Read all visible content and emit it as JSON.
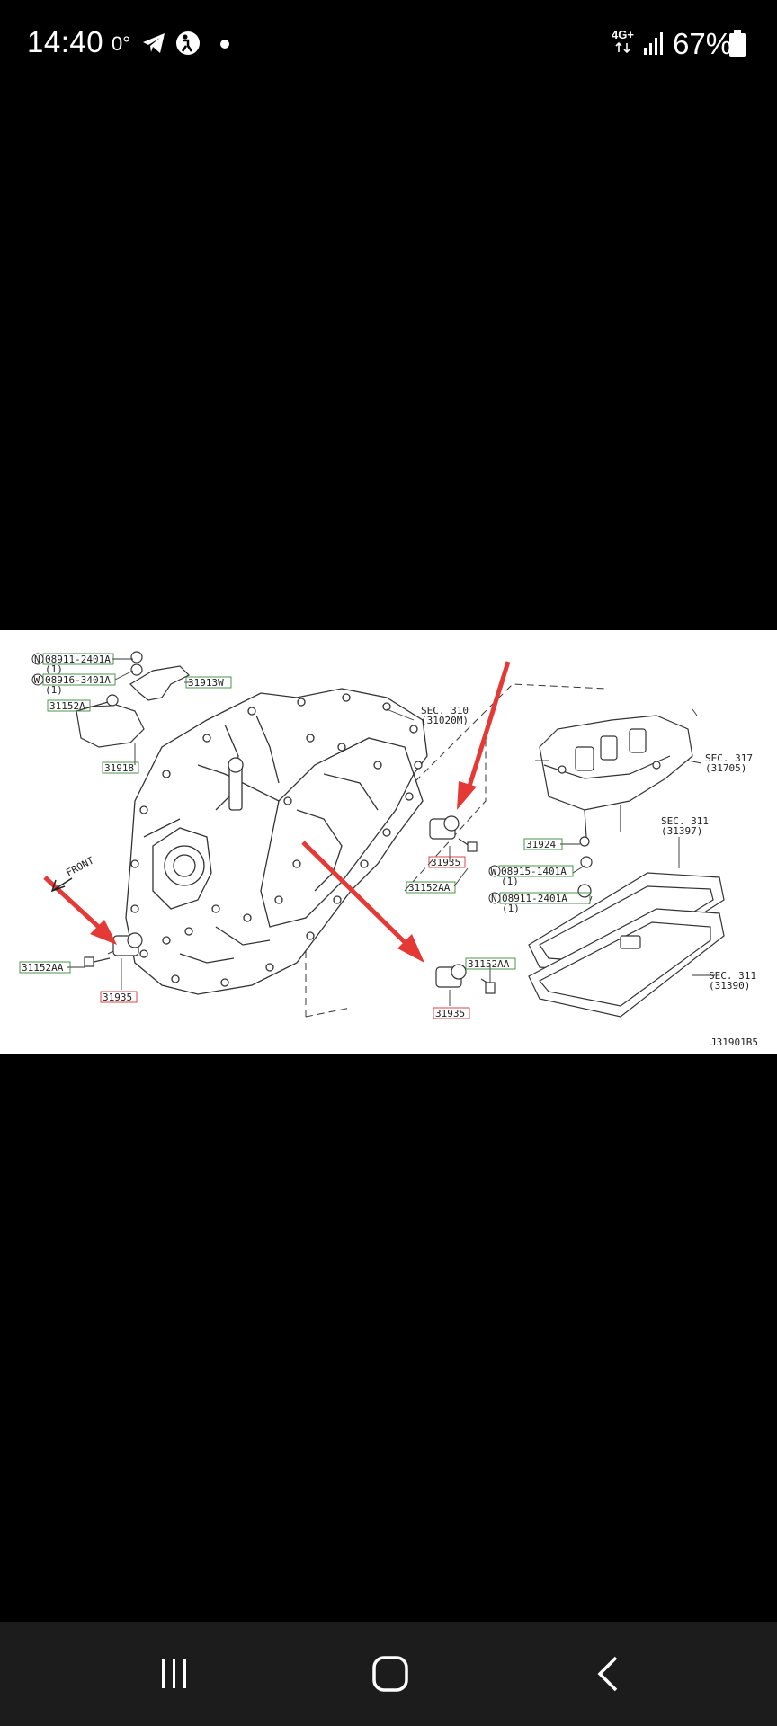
{
  "status_bar": {
    "time": "14:40",
    "temperature": "0°",
    "network": "4G+",
    "battery": "67%"
  },
  "diagram": {
    "labels": {
      "p1": "08911-2401A",
      "p1_qty": "(1)",
      "p2": "08916-3401A",
      "p2_qty": "(1)",
      "p3": "31152A",
      "p4": "31913W",
      "p5": "31918",
      "sec310": "SEC. 310",
      "sec310_sub": "(31020M)",
      "sec317": "SEC. 317",
      "sec317_sub": "(31705)",
      "sec311a": "SEC. 311",
      "sec311a_sub": "(31397)",
      "p6": "31924",
      "p7": "08915-1401A",
      "p7_qty": "(1)",
      "p8": "08911-2401A",
      "p8_qty": "(1)",
      "sec311b": "SEC. 311",
      "sec311b_sub": "(31390)",
      "front": "FRONT",
      "p9": "31935",
      "p10": "31152AA",
      "p11": "31152AA",
      "p12": "31935",
      "p13": "31152AA",
      "p14": "31935",
      "code": "J31901B5",
      "circle_n": "N",
      "circle_w": "W"
    },
    "colors": {
      "arrow": "#e53935",
      "line": "#333333",
      "green_box": "#3a8a3a",
      "red_box": "#d33333"
    }
  },
  "nav": {
    "recents": "recents-icon",
    "home": "home-icon",
    "back": "back-icon"
  }
}
